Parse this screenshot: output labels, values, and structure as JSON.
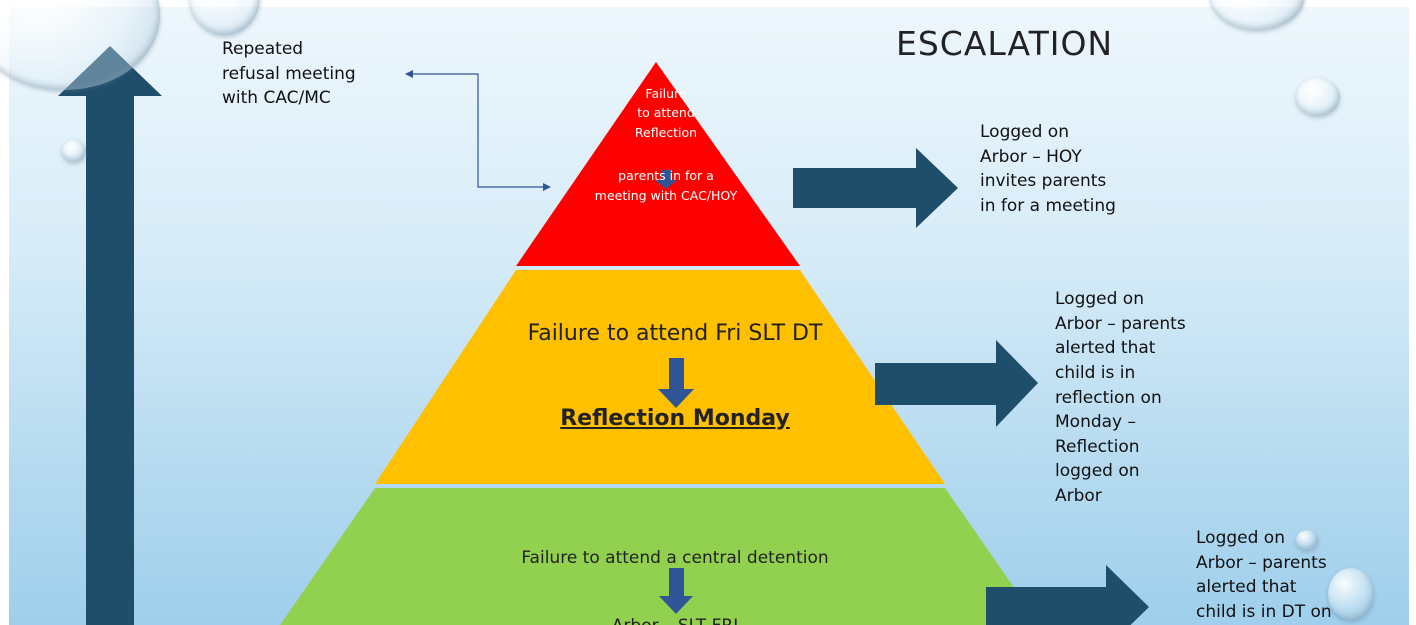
{
  "title": "ESCALATION",
  "top_left_note": [
    "Repeated",
    "refusal meeting",
    "with CAC/MC"
  ],
  "tiers": {
    "top": {
      "color": "#ff0000",
      "lines_above": [
        "Failure",
        "to attend",
        "Reflection"
      ],
      "lines_below": [
        "parents in for a",
        "meeting with CAC/HOY"
      ]
    },
    "middle": {
      "color": "#ffc000",
      "line_above": "Failure to attend Fri SLT DT",
      "line_below": "Reflection Monday"
    },
    "bottom": {
      "color": "#92d050",
      "line_above": "Failure to attend a central detention",
      "line_below": "Arbor – SLT FRI"
    }
  },
  "right_notes": {
    "top": [
      "Logged on",
      "Arbor – HOY",
      "invites parents",
      "in for a meeting"
    ],
    "middle": [
      "Logged on",
      "Arbor – parents",
      "alerted that",
      "child is in",
      "reflection on",
      "Monday –",
      "Reflection",
      "logged on",
      "Arbor"
    ],
    "bottom": [
      "Logged on",
      "Arbor – parents",
      "alerted that",
      "child is in DT on"
    ]
  },
  "colors": {
    "arrow": "#1f4e6b",
    "down_arrow": "#2f5597",
    "connector": "#2f5597"
  }
}
